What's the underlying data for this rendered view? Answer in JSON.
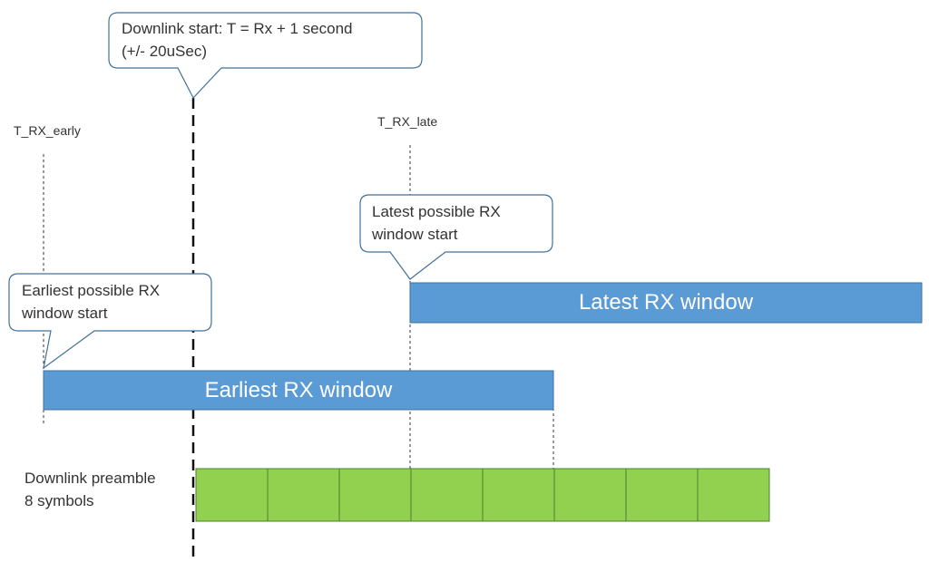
{
  "callouts": {
    "downlink_start": {
      "line1": "Downlink start:  T = Rx + 1 second",
      "line2": "(+/- 20uSec)"
    },
    "latest_start": {
      "line1": "Latest possible RX",
      "line2": "window start"
    },
    "earliest_start": {
      "line1": "Earliest possible RX",
      "line2": "window start"
    }
  },
  "markers": {
    "early": "T_RX_early",
    "late": "T_RX_late"
  },
  "windows": {
    "latest": "Latest RX window",
    "earliest": "Earliest RX window"
  },
  "preamble": {
    "line1": "Downlink preamble",
    "line2": "8 symbols",
    "symbol_count": 8
  },
  "colors": {
    "window": "#5b9bd5",
    "preamble": "#92d050",
    "outline": "#41719c",
    "preamble_outline": "#507e32"
  }
}
